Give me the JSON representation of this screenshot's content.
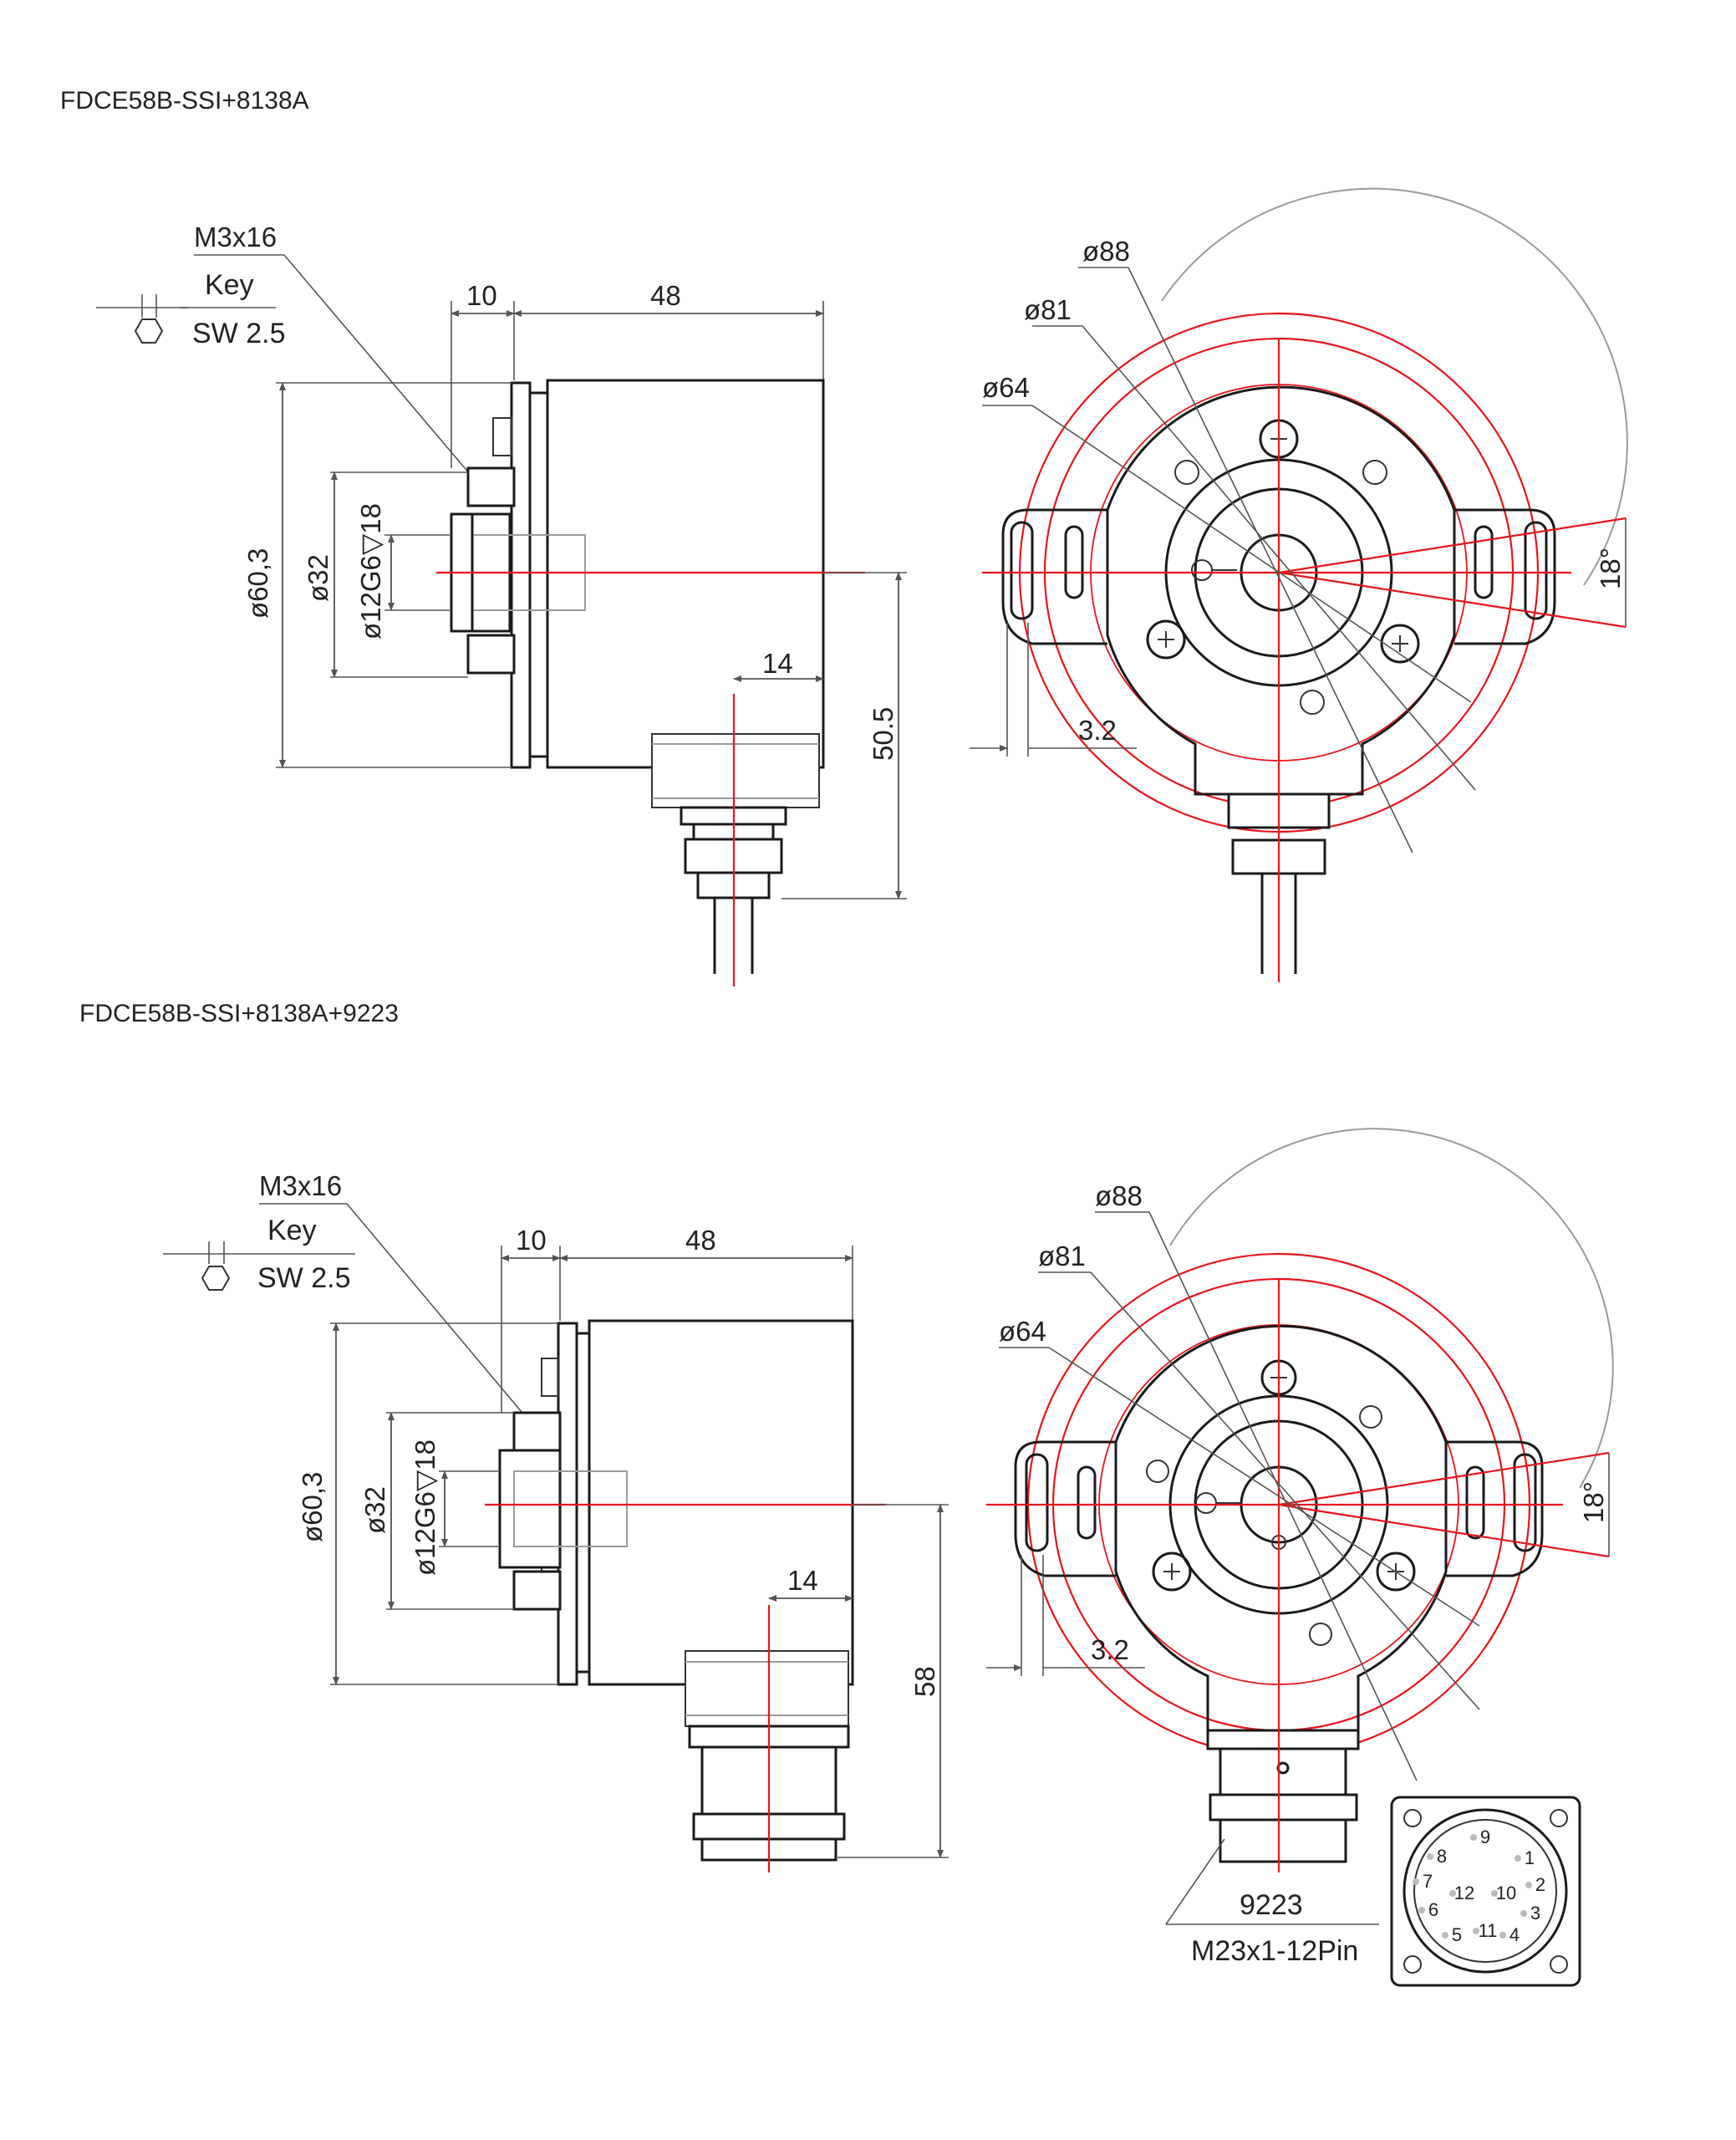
{
  "drawing1": {
    "title": "FDCE58B-SSI+8138A",
    "side": {
      "screw": "M3x16",
      "key": "Key",
      "sw": "SW 2.5",
      "dim_flange": "10",
      "dim_body": "48",
      "dim_outer_dia": "ø60,3",
      "dim_mid_dia": "ø32",
      "dim_bore": "ø12G6",
      "dim_bore_depth": "▽18",
      "dim_conn_offset": "14",
      "dim_height": "50.5"
    },
    "front": {
      "d88": "ø88",
      "d81": "ø81",
      "d64": "ø64",
      "angle": "18°",
      "dim_slot": "3.2"
    }
  },
  "drawing2": {
    "title": "FDCE58B-SSI+8138A+9223",
    "side": {
      "screw": "M3x16",
      "key": "Key",
      "sw": "SW 2.5",
      "dim_flange": "10",
      "dim_body": "48",
      "dim_outer_dia": "ø60,3",
      "dim_mid_dia": "ø32",
      "dim_bore": "ø12G6",
      "dim_bore_depth": "▽18",
      "dim_conn_offset": "14",
      "dim_height": "58"
    },
    "front": {
      "d88": "ø88",
      "d81": "ø81",
      "d64": "ø64",
      "angle": "18°",
      "dim_slot": "3.2",
      "connector_code": "9223",
      "connector_spec": "M23x1-12Pin"
    },
    "pinout": [
      "1",
      "2",
      "3",
      "4",
      "5",
      "6",
      "7",
      "8",
      "9",
      "10",
      "11",
      "12"
    ]
  }
}
